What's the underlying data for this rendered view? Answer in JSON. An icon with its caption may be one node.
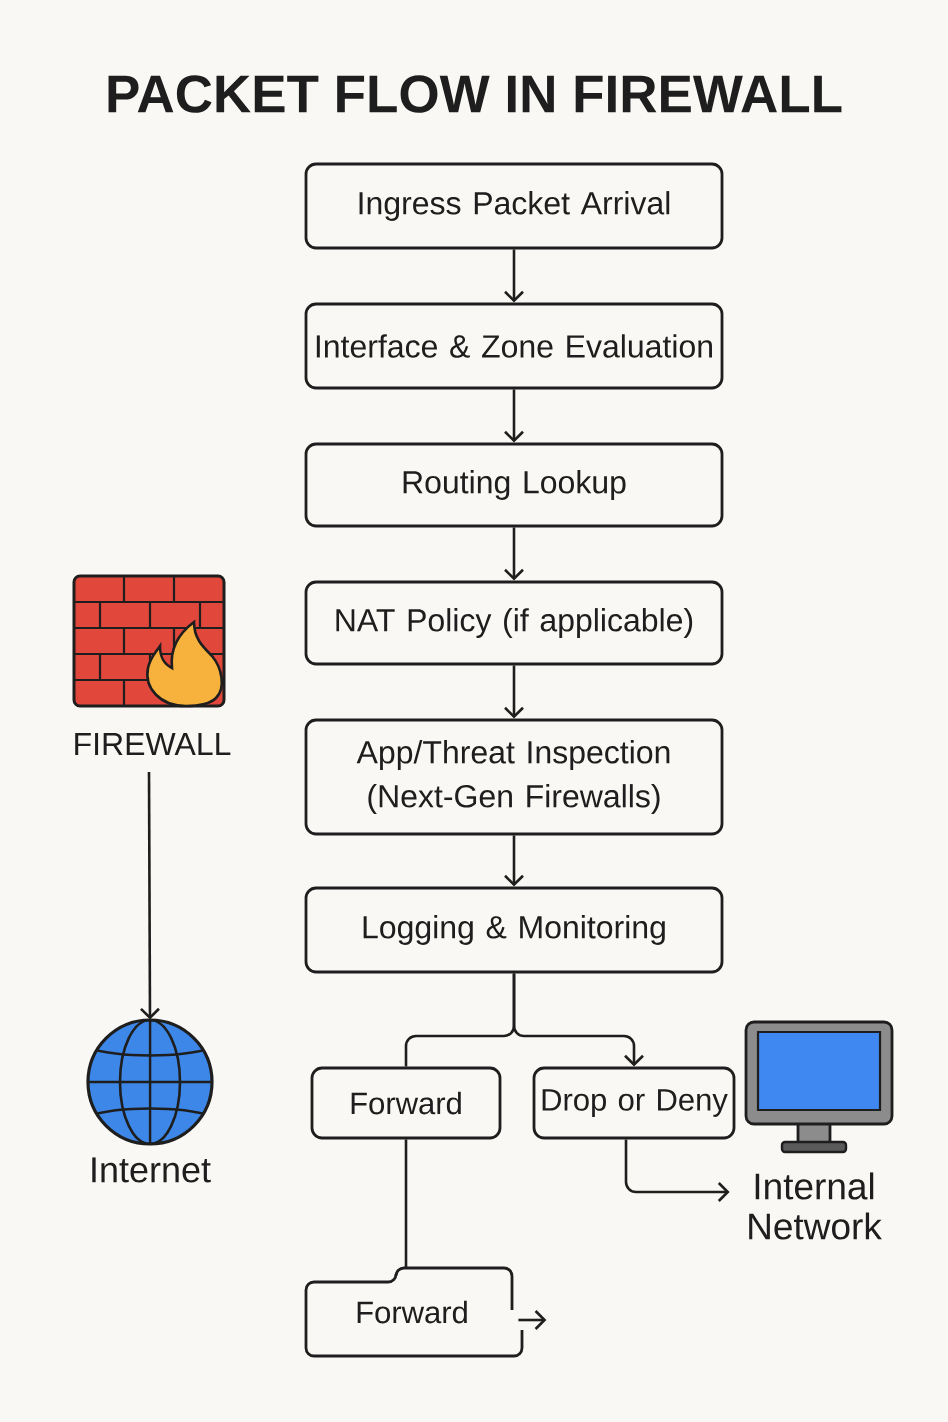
{
  "diagram": {
    "title": "PACKET FLOW IN FIREWALL",
    "nodes": [
      {
        "text": [
          "Ingress Packet Arrival"
        ]
      },
      {
        "text": [
          "Interface & Zone Evaluation"
        ]
      },
      {
        "text": [
          "Routing Lookup"
        ]
      },
      {
        "text": [
          "NAT Policy (if applicable)"
        ]
      },
      {
        "text": [
          "App/Threat Inspection (Next-Gen Firewalls)"
        ]
      },
      {
        "text": [
          "Logging & Monitoring"
        ]
      },
      {
        "text": [
          "Forward"
        ]
      },
      {
        "text": [
          "Drop or Deny"
        ]
      },
      {
        "text": [
          "Forward"
        ]
      },
      {
        "text": [],
        "shape": "picture",
        "beside": [
          "FIREWALL"
        ]
      },
      {
        "text": [],
        "shape": "picture",
        "beside": [
          "Internet"
        ]
      },
      {
        "text": [
          "Internal Network"
        ]
      }
    ],
    "edges": [
      {
        "from": 0,
        "to": 1,
        "arrow": "to"
      },
      {
        "from": 1,
        "to": 2,
        "arrow": "to"
      },
      {
        "from": 2,
        "to": 3,
        "arrow": "to"
      },
      {
        "from": 3,
        "to": 4,
        "arrow": "to"
      },
      {
        "from": 4,
        "to": 5,
        "arrow": "to"
      },
      {
        "from": 5,
        "to": 6,
        "arrow": "none"
      },
      {
        "from": 5,
        "to": 7,
        "arrow": "to"
      },
      {
        "from": 6,
        "to": 8,
        "arrow": "none"
      },
      {
        "from": 7,
        "to": 11,
        "arrow": "to"
      },
      {
        "from": 8,
        "to": null,
        "arrow": "to"
      },
      {
        "from": 9,
        "to": 10,
        "arrow": "to"
      }
    ]
  }
}
